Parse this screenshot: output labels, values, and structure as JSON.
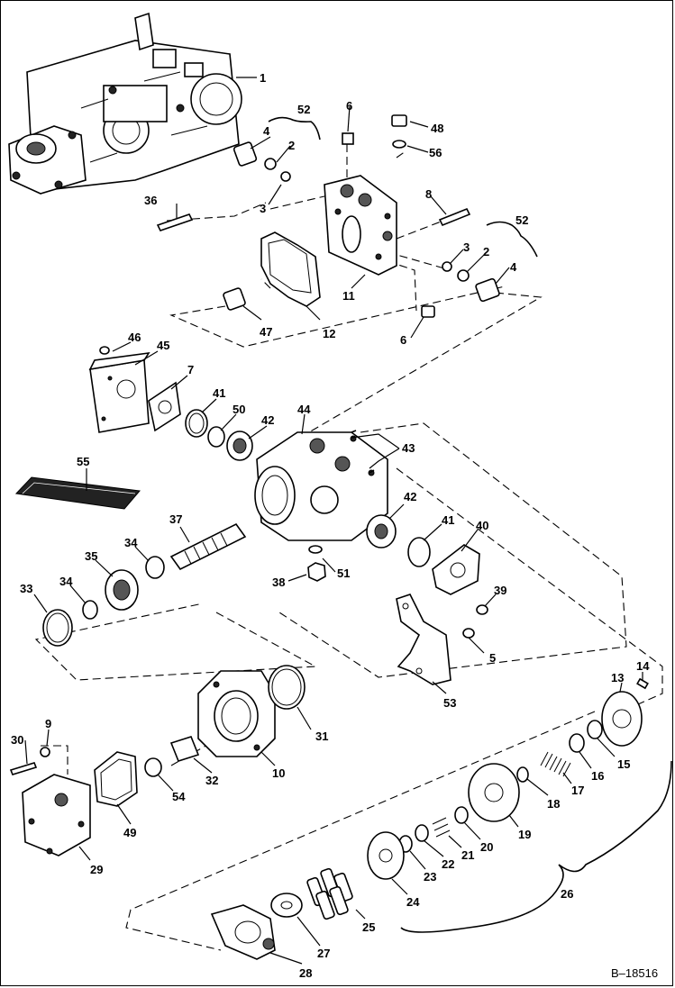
{
  "diagram": {
    "figure_id": "B–18516",
    "callouts": [
      "1",
      "2",
      "3",
      "4",
      "5",
      "6",
      "7",
      "8",
      "9",
      "10",
      "11",
      "12",
      "13",
      "14",
      "15",
      "16",
      "17",
      "18",
      "19",
      "20",
      "21",
      "22",
      "23",
      "24",
      "25",
      "26",
      "27",
      "28",
      "29",
      "30",
      "31",
      "32",
      "33",
      "34",
      "35",
      "36",
      "37",
      "38",
      "39",
      "40",
      "41",
      "42",
      "43",
      "44",
      "45",
      "46",
      "47",
      "48",
      "49",
      "50",
      "51",
      "52",
      "53",
      "54",
      "55",
      "56"
    ],
    "repeated_callouts": {
      "2b": "2",
      "3b": "3",
      "4b": "4",
      "6b": "6",
      "34b": "34",
      "41b": "41",
      "42b": "42",
      "52b": "52"
    }
  }
}
